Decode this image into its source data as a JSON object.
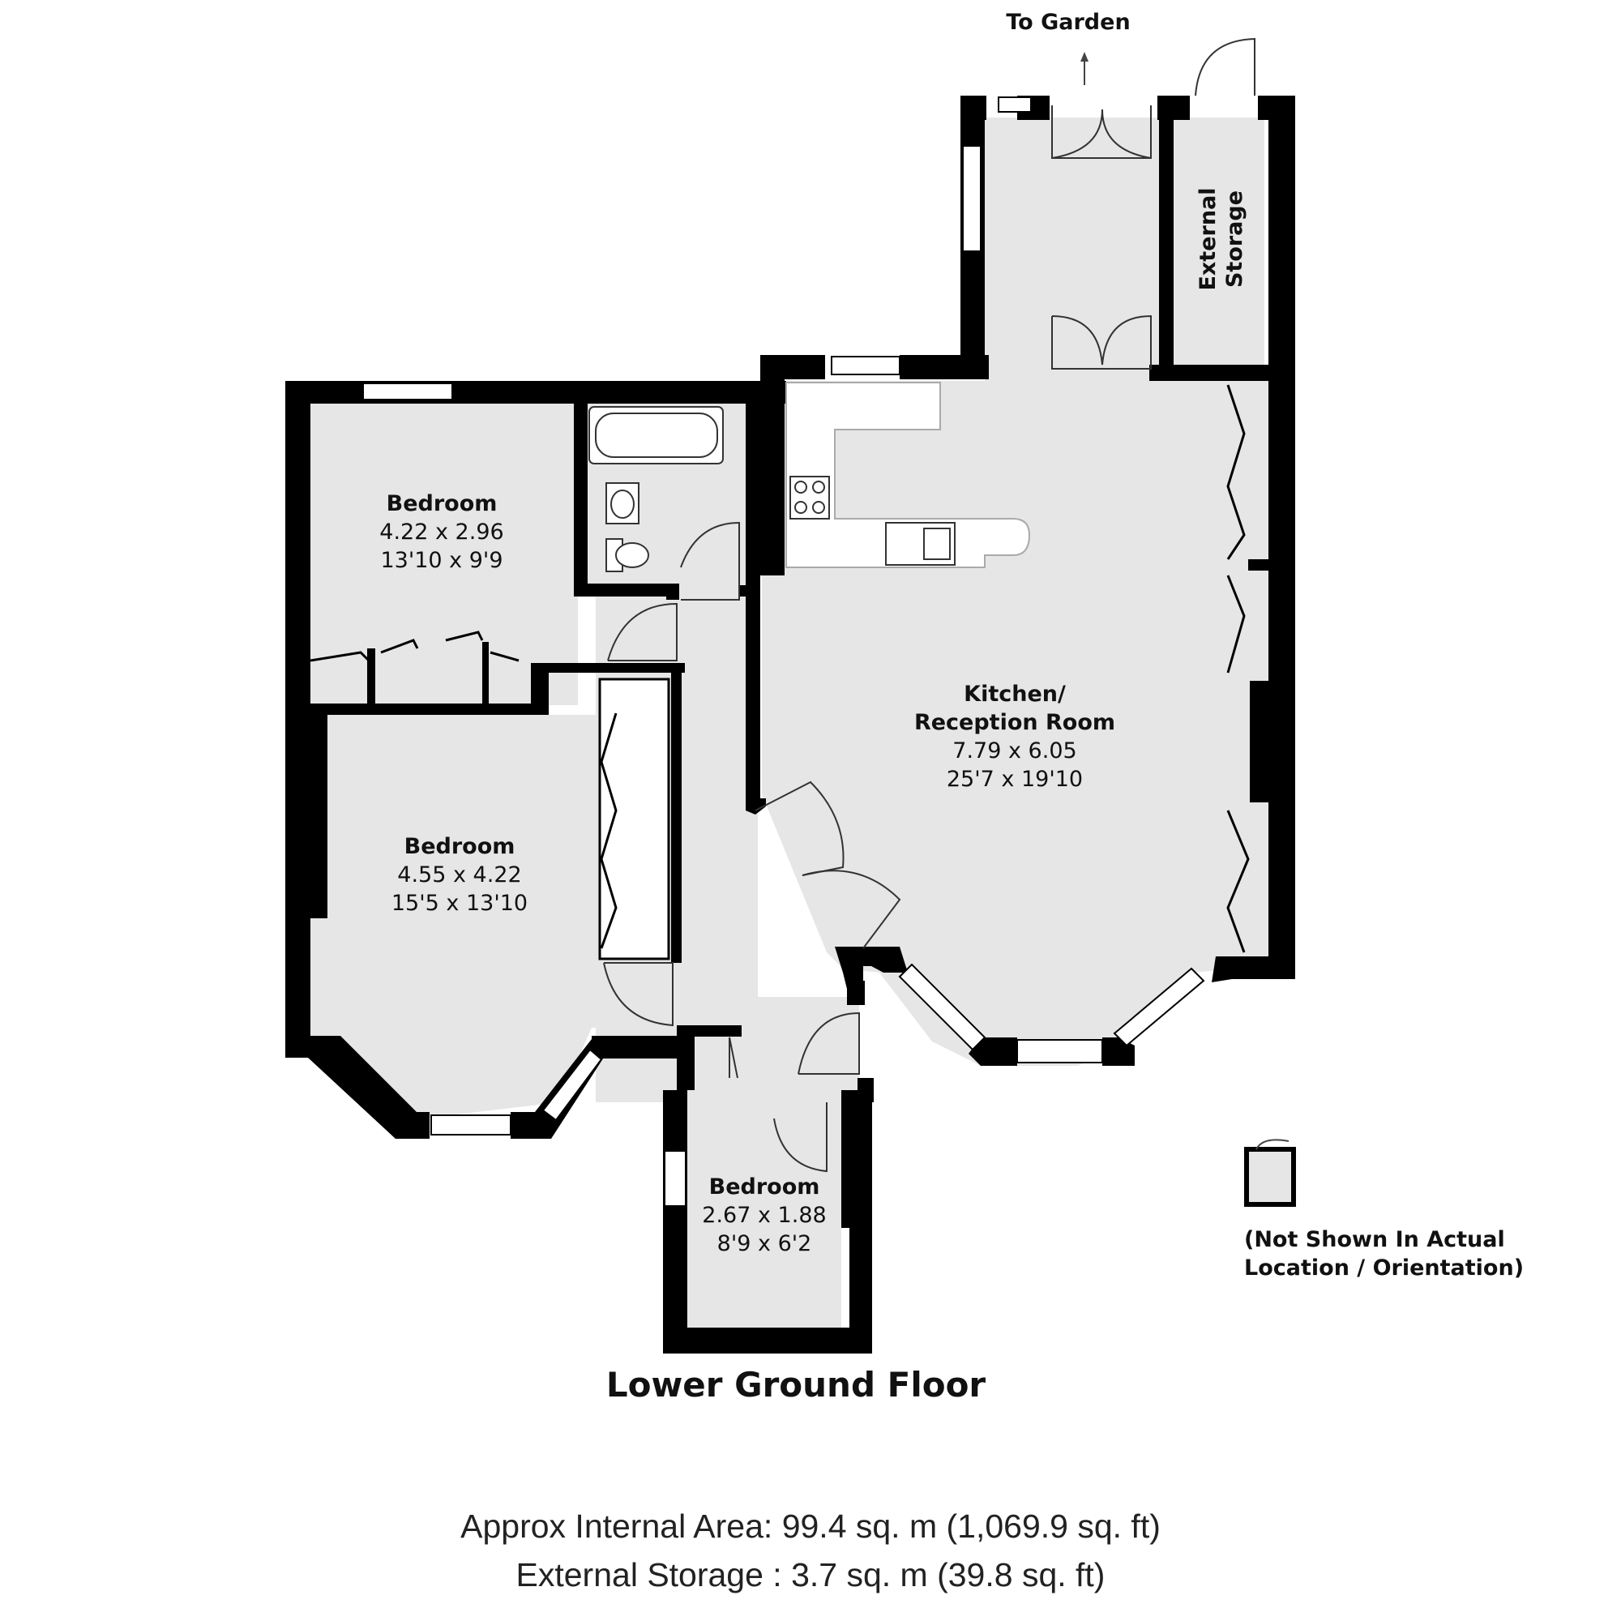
{
  "floor_title": "Lower Ground Floor",
  "to_garden": "To Garden",
  "external_storage": {
    "line1": "External",
    "line2": "Storage"
  },
  "not_shown_note": {
    "line1": "(Not Shown In Actual",
    "line2": "Location / Orientation)"
  },
  "rooms": {
    "bedroom_top": {
      "name": "Bedroom",
      "metric": "4.22 x 2.96",
      "imperial": "13'10 x 9'9"
    },
    "bedroom_main": {
      "name": "Bedroom",
      "metric": "4.55 x 4.22",
      "imperial": "15'5 x 13'10"
    },
    "bedroom_small": {
      "name": "Bedroom",
      "metric": "2.67 x 1.88",
      "imperial": "8'9 x 6'2"
    },
    "kitchen": {
      "name1": "Kitchen/",
      "name2": "Reception Room",
      "metric": "7.79 x 6.05",
      "imperial": "25'7 x 19'10"
    }
  },
  "areas": {
    "internal": "Approx Internal Area: 99.4 sq. m (1,069.9 sq. ft)",
    "storage": "External Storage : 3.7 sq. m (39.8 sq. ft)"
  }
}
